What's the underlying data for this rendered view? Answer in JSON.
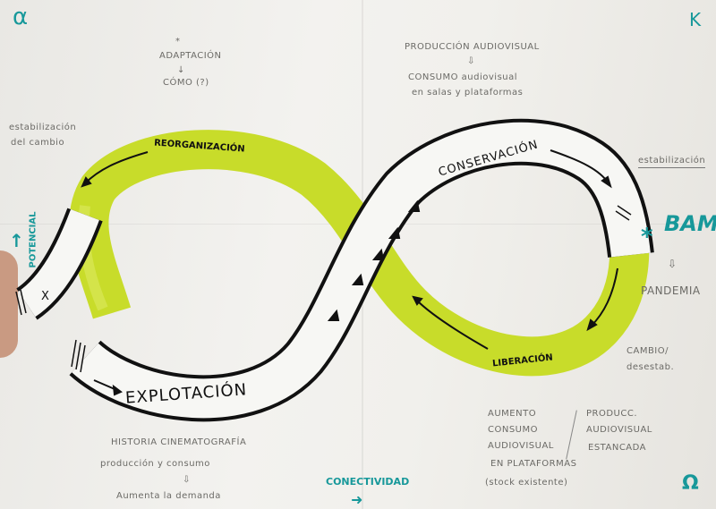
{
  "corners": {
    "alpha": "α",
    "kappa": "K",
    "omega": "Ω"
  },
  "adaptation": {
    "star": "*",
    "title": "ADAPTACIÓN",
    "arrow": "↓",
    "question": "CÓMO (?)"
  },
  "production_note": {
    "line1": "PRODUCCIÓN AUDIOVISUAL",
    "arrow": "⇩",
    "line2": "CONSUMO audiovisual",
    "line3": "en salas y plataformas"
  },
  "left_note": {
    "line1": "estabilización",
    "line2": "del cambio"
  },
  "right_note": {
    "label": "estabilización"
  },
  "bam": {
    "star": "*",
    "text": "BAM",
    "arrow": "⇩",
    "pandemia": "PANDEMIA"
  },
  "change_note": {
    "line1": "CAMBIO/",
    "line2": "desestab."
  },
  "bottom_right": {
    "left": [
      "AUMENTO",
      "CONSUMO",
      "AUDIOVISUAL",
      "EN PLATAFORMAS",
      "(stock existente)"
    ],
    "right": [
      "PRODUCC.",
      "AUDIOVISUAL",
      "ESTANCADA"
    ]
  },
  "bottom_left": {
    "line1": "HISTORIA CINEMATOGRAFÍA",
    "line2": "producción y consumo",
    "arrow": "⇩",
    "line3": "Aumenta la demanda"
  },
  "axes": {
    "potencial": "POTENCIAL",
    "conectividad": "CONECTIVIDAD"
  },
  "phases": {
    "reorganizacion": "REORGANIZACIÓN",
    "conservacion": "CONSERVACIÓN",
    "liberacion": "LIBERACIÓN",
    "explotacion": "EXPLOTACIÓN",
    "x": "X"
  },
  "colors": {
    "teal": "#17989a",
    "highlighter": "#c8dc2a",
    "ink": "#111111",
    "pencil": "#6b6a66"
  }
}
